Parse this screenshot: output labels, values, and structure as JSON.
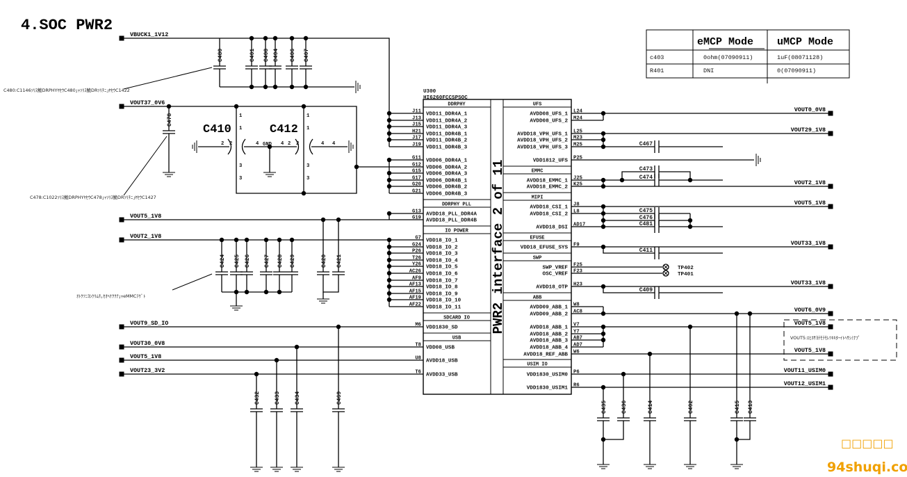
{
  "title": "4.SOC PWR2",
  "table": {
    "headers": [
      "",
      "eMCP Mode",
      "uMCP Mode"
    ],
    "rows": [
      [
        "c403",
        "0ohm(07090911)",
        "1uF(08071128)"
      ],
      [
        "R401",
        "DNI",
        "0(07090911)"
      ]
    ]
  },
  "chip": {
    "ref": "U300",
    "part": "HI6260FCCSPSOC",
    "center_label": "PWR2 interface 2 of 11",
    "left_sections": [
      {
        "title": "DDRPHY",
        "pins": [
          {
            "num": "J11",
            "name": "VDD11_DDR4A_1"
          },
          {
            "num": "J13",
            "name": "VDD11_DDR4A_2"
          },
          {
            "num": "J15",
            "name": "VDD11_DDR4A_3"
          },
          {
            "num": "H21",
            "name": "VDD11_DDR4B_1"
          },
          {
            "num": "J17",
            "name": "VDD11_DDR4B_2"
          },
          {
            "num": "J19",
            "name": "VDD11_DDR4B_3"
          },
          {
            "num": "G11",
            "name": "VDD06_DDR4A_1"
          },
          {
            "num": "G12",
            "name": "VDD06_DDR4A_2"
          },
          {
            "num": "G15",
            "name": "VDD06_DDR4A_3"
          },
          {
            "num": "G17",
            "name": "VDD06_DDR4B_1"
          },
          {
            "num": "G20",
            "name": "VDD06_DDR4B_2"
          },
          {
            "num": "G21",
            "name": "VDD06_DDR4B_3"
          }
        ]
      },
      {
        "title": "DDRPHY PLL",
        "pins": [
          {
            "num": "G13",
            "name": "AVDD18_PLL_DDR4A"
          },
          {
            "num": "G19",
            "name": "AVDD18_PLL_DDR4B"
          }
        ]
      },
      {
        "title": "IO POWER",
        "pins": [
          {
            "num": "G7",
            "name": "VDD18_IO_1"
          },
          {
            "num": "G24",
            "name": "VDD18_IO_2"
          },
          {
            "num": "P26",
            "name": "VDD18_IO_3"
          },
          {
            "num": "T26",
            "name": "VDD18_IO_4"
          },
          {
            "num": "Y26",
            "name": "VDD18_IO_5"
          },
          {
            "num": "AC26",
            "name": "VDD18_IO_6"
          },
          {
            "num": "AF9",
            "name": "VDD18_IO_7"
          },
          {
            "num": "AF13",
            "name": "VDD18_IO_8"
          },
          {
            "num": "AF15",
            "name": "VDD18_IO_9"
          },
          {
            "num": "AF19",
            "name": "VDD18_IO_10"
          },
          {
            "num": "AF22",
            "name": "VDD18_IO_11"
          }
        ]
      },
      {
        "title": "SDCARD IO",
        "pins": [
          {
            "num": "M6",
            "name": "VDD1830_SD"
          }
        ]
      },
      {
        "title": "USB",
        "pins": [
          {
            "num": "T8",
            "name": "VDD08_USB"
          },
          {
            "num": "U8",
            "name": "AVDD18_USB"
          },
          {
            "num": "T6",
            "name": "AVDD33_USB"
          }
        ]
      }
    ],
    "right_sections": [
      {
        "title": "UFS",
        "pins": [
          {
            "num": "L24",
            "name": "AVDD08_UFS_1"
          },
          {
            "num": "M24",
            "name": "AVDD08_UFS_2"
          },
          {
            "num": "L25",
            "name": "AVDD18_VPH_UFS_1"
          },
          {
            "num": "M23",
            "name": "AVDD18_VPH_UFS_2"
          },
          {
            "num": "M25",
            "name": "AVDD18_VPH_UFS_3"
          },
          {
            "num": "P25",
            "name": "VDD1812_UFS"
          }
        ]
      },
      {
        "title": "EMMC",
        "pins": [
          {
            "num": "J25",
            "name": "AVDD18_EMMC_1"
          },
          {
            "num": "K25",
            "name": "AVDD18_EMMC_2"
          }
        ]
      },
      {
        "title": "MIPI",
        "pins": [
          {
            "num": "J8",
            "name": "AVDD18_CSI_1"
          },
          {
            "num": "L8",
            "name": "AVDD18_CSI_2"
          },
          {
            "num": "AD17",
            "name": "AVDD18_DSI"
          }
        ]
      },
      {
        "title": "EFUSE",
        "pins": [
          {
            "num": "F9",
            "name": "VDD18_EFUSE_SYS"
          }
        ]
      },
      {
        "title": "SWP",
        "pins": [
          {
            "num": "F25",
            "name": "SWP_VREF"
          },
          {
            "num": "F23",
            "name": "OSC_VREF"
          },
          {
            "num": "H23",
            "name": "AVDD18_OTP"
          }
        ]
      },
      {
        "title": "ABB",
        "pins": [
          {
            "num": "W8",
            "name": "AVDD09_ABB_1"
          },
          {
            "num": "AC8",
            "name": "AVDD09_ABB_2"
          },
          {
            "num": "V7",
            "name": "AVDD18_ABB_1"
          },
          {
            "num": "Y7",
            "name": "AVDD18_ABB_2"
          },
          {
            "num": "AB7",
            "name": "AVDD18_ABB_3"
          },
          {
            "num": "AD7",
            "name": "AVDD18_ABB_4"
          },
          {
            "num": "W6",
            "name": "AVDD18_REF_ABB"
          }
        ]
      },
      {
        "title": "USIM IO",
        "pins": [
          {
            "num": "P6",
            "name": "VDD1830_USIM0"
          },
          {
            "num": "R6",
            "name": "VDD1830_USIM1"
          }
        ]
      }
    ]
  },
  "nets_left": [
    "VBUCK1_1V12",
    "VOUT37_0V6",
    "VOUT5_1V8",
    "VOUT2_1V8",
    "VOUT9_SD_IO",
    "VOUT30_0V8",
    "VOUT5_1V8",
    "VOUT23_3V2"
  ],
  "nets_right": [
    "VOUT0_0V8",
    "VOUT29_1V8",
    "VOUT2_1V8",
    "VOUT5_1V8",
    "VOUT33_1V8",
    "VOUT33_1V8",
    "VOUT6_0V9",
    "VOUT5_1V8",
    "VOUT5_1V8",
    "VOUT11_USIM0",
    "VOUT12_USIM1"
  ],
  "caps": [
    "C480",
    "C401",
    "C408",
    "C404",
    "C406",
    "C407",
    "C478",
    "C424",
    "C425",
    "C426",
    "C427",
    "C428",
    "C429",
    "C420",
    "C421",
    "C432",
    "C433",
    "C434",
    "C469",
    "C435",
    "C436",
    "C414",
    "C402",
    "C415",
    "C413",
    "C467",
    "C473",
    "C474",
    "C475",
    "C476",
    "C481",
    "C411",
    "C409"
  ],
  "multi_caps": {
    "c410": "C410",
    "c412": "C412",
    "gnd_label": "GND",
    "pins": [
      "1",
      "1",
      "3",
      "3",
      "2",
      "2",
      "4",
      "4",
      "1",
      "1",
      "3",
      "3",
      "2",
      "2",
      "4",
      "4"
    ]
  },
  "test_points": [
    "TP402",
    "TP401"
  ],
  "notes": {
    "c480": "C480:C1146ｿﾘｽ鮠DRPHYﾔｾｳC480｣ｬｿﾘｽ鮠DRｿﾘﾁﾆ｣ﾔｾｳC1422",
    "c478": "C478:C1022ｿﾘｽ鮠DRPHYﾔｾｳC478｣ｬｿﾘｽ鮠DRｿﾘﾁﾆ｣ﾔｾｳC1427",
    "io": "ｵﾄｸﾂﾆﾖｼｹﾘﾑﾁ｡ｾｵﾍｹｸｸﾅ｣ｬeMMCﾃｹﾞﾄ",
    "vout5": "VOUT5:ｴﾋﾎｻﾖﾃﾓﾃﾓﾚﾂｷｷﾀｰｲﾄﾍｻｼﾐﾅﾌﾟ"
  },
  "watermark": {
    "logo": "□□□□□",
    "site": "94shuqi.com"
  }
}
